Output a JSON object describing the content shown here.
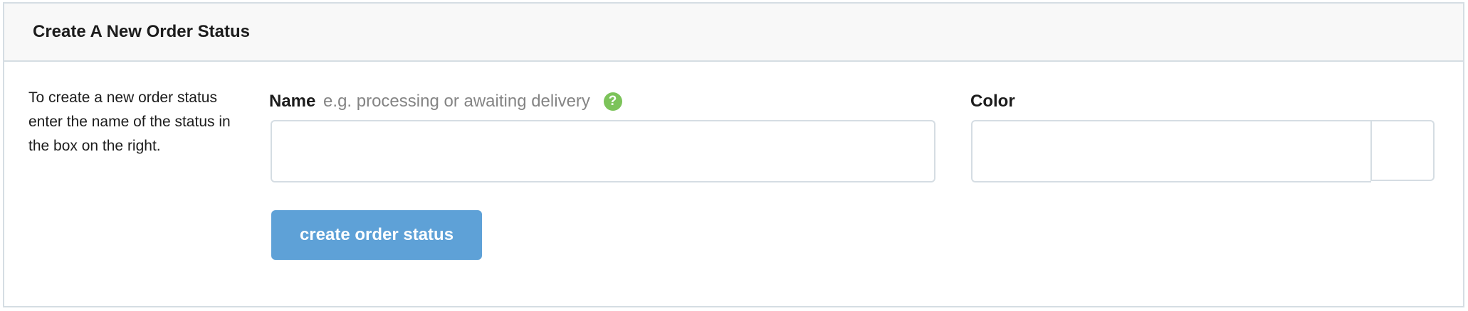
{
  "header": {
    "title": "Create A New Order Status"
  },
  "help": {
    "text": "To create a new order status enter the name of the status in the box on the right."
  },
  "name_field": {
    "label": "Name",
    "hint": "e.g. processing or awaiting delivery",
    "help_icon": "question-circle-icon",
    "help_glyph": "?",
    "value": "",
    "placeholder": ""
  },
  "color_field": {
    "label": "Color",
    "value": "",
    "placeholder": "",
    "swatch_color": "#ffffff"
  },
  "actions": {
    "create_label": "create order status"
  },
  "colors": {
    "button_bg": "#5ea1d7",
    "help_badge": "#7cc35a",
    "border": "#d5dde3",
    "header_bg": "#f8f8f8"
  }
}
